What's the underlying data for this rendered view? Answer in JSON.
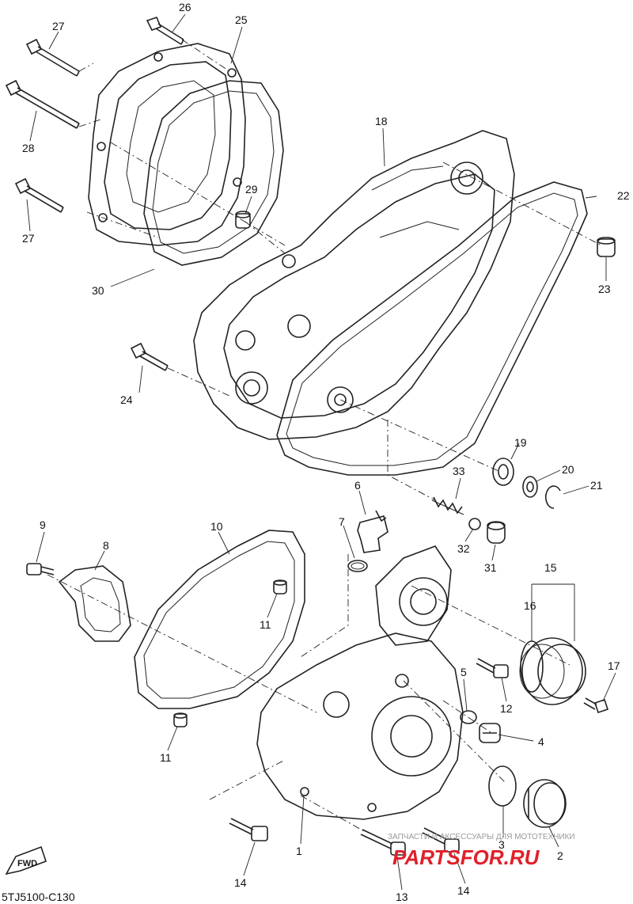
{
  "diagram": {
    "code": "5TJ5100-C130",
    "fwd_label": "FWD",
    "watermark_caption": "ЗАПЧАСТИ И АКСЕССУАРЫ ДЛЯ МОТОТЕХНИКИ",
    "watermark_logo": "PARTSFOR.RU",
    "colors": {
      "ink": "#222222",
      "watermark_logo": "#e0202a",
      "watermark_caption": "#9a9a9a"
    },
    "labels": [
      {
        "id": "l26",
        "text": "26"
      },
      {
        "id": "l25",
        "text": "25"
      },
      {
        "id": "l27a",
        "text": "27"
      },
      {
        "id": "l28",
        "text": "28"
      },
      {
        "id": "l27b",
        "text": "27"
      },
      {
        "id": "l29",
        "text": "29"
      },
      {
        "id": "l30",
        "text": "30"
      },
      {
        "id": "l18",
        "text": "18"
      },
      {
        "id": "l22",
        "text": "22"
      },
      {
        "id": "l23",
        "text": "23"
      },
      {
        "id": "l24",
        "text": "24"
      },
      {
        "id": "l19",
        "text": "19"
      },
      {
        "id": "l20",
        "text": "20"
      },
      {
        "id": "l21",
        "text": "21"
      },
      {
        "id": "l33",
        "text": "33"
      },
      {
        "id": "l6",
        "text": "6"
      },
      {
        "id": "l7",
        "text": "7"
      },
      {
        "id": "l32",
        "text": "32"
      },
      {
        "id": "l31",
        "text": "31"
      },
      {
        "id": "l9",
        "text": "9"
      },
      {
        "id": "l8",
        "text": "8"
      },
      {
        "id": "l10",
        "text": "10"
      },
      {
        "id": "l11a",
        "text": "11"
      },
      {
        "id": "l11b",
        "text": "11"
      },
      {
        "id": "l15",
        "text": "15"
      },
      {
        "id": "l16",
        "text": "16"
      },
      {
        "id": "l17",
        "text": "17"
      },
      {
        "id": "l12",
        "text": "12"
      },
      {
        "id": "l5",
        "text": "5"
      },
      {
        "id": "l4",
        "text": "4"
      },
      {
        "id": "l3",
        "text": "3"
      },
      {
        "id": "l2",
        "text": "2"
      },
      {
        "id": "l1",
        "text": "1"
      },
      {
        "id": "l14a",
        "text": "14"
      },
      {
        "id": "l14b",
        "text": "14"
      },
      {
        "id": "l13",
        "text": "13"
      }
    ]
  }
}
